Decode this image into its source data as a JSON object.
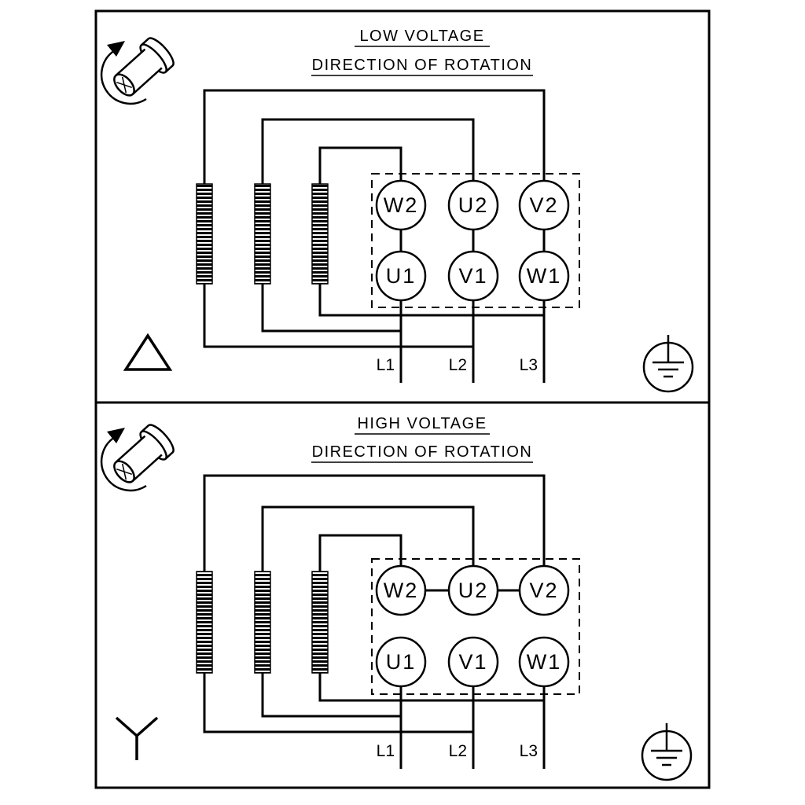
{
  "colors": {
    "ink": "#000000",
    "paper": "#ffffff"
  },
  "panels": [
    {
      "id": "low-voltage",
      "title": "LOW VOLTAGE",
      "subtitle": "DIRECTION OF ROTATION",
      "connection": "delta",
      "terminals": {
        "top": [
          "W2",
          "U2",
          "V2"
        ],
        "bottom": [
          "U1",
          "V1",
          "W1"
        ]
      },
      "supply_lines": [
        "L1",
        "L2",
        "L3"
      ]
    },
    {
      "id": "high-voltage",
      "title": "HIGH VOLTAGE",
      "subtitle": "DIRECTION OF ROTATION",
      "connection": "star",
      "terminals": {
        "top": [
          "W2",
          "U2",
          "V2"
        ],
        "bottom": [
          "U1",
          "V1",
          "W1"
        ]
      },
      "supply_lines": [
        "L1",
        "L2",
        "L3"
      ]
    }
  ]
}
